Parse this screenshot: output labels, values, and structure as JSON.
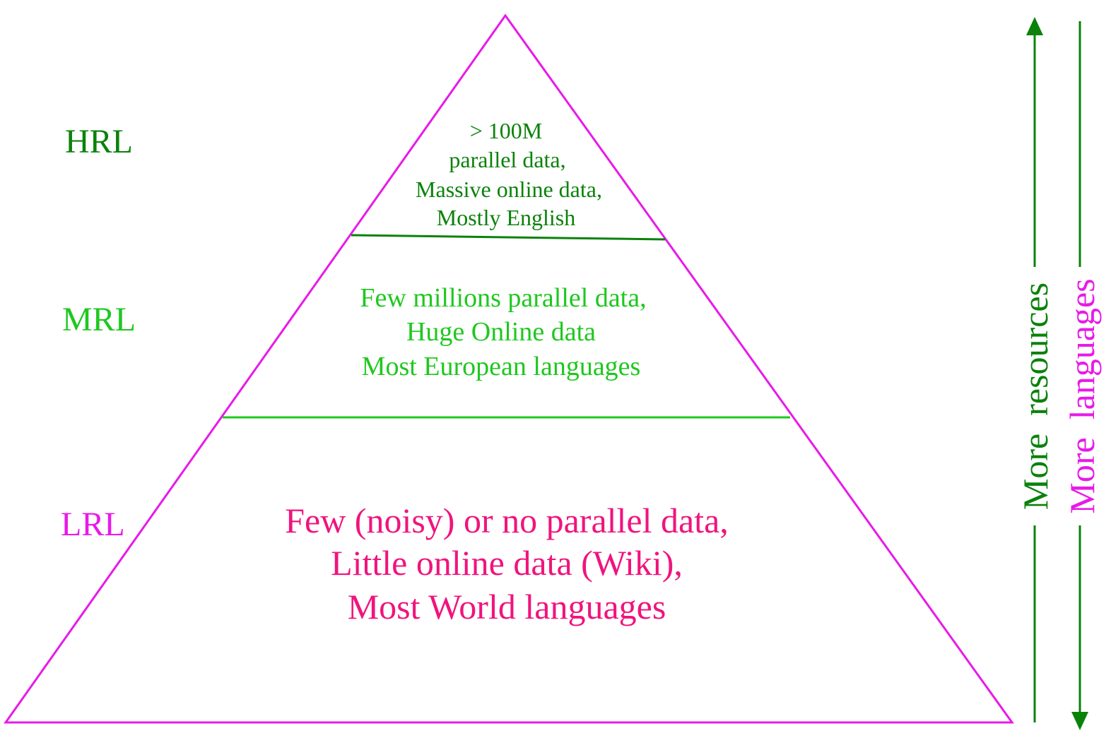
{
  "colors": {
    "pyramid_outline": "#e81ae8",
    "hrl": "#0a820a",
    "mrl": "#1ec81e",
    "lrl_label": "#e81ae8",
    "lrl_text": "#f0147d",
    "resources_arrow": "#0a820a",
    "languages_arrow": "#0a820a",
    "resources_text": "#0a820a",
    "languages_text": "#e81ae8"
  },
  "tiers": {
    "hrl": {
      "label": "HRL",
      "lines": [
        "> 100M",
        "parallel data,",
        "Massive online data,",
        "Mostly English"
      ]
    },
    "mrl": {
      "label": "MRL",
      "lines": [
        "Few millions parallel data,",
        "Huge Online data",
        "Most European languages"
      ]
    },
    "lrl": {
      "label": "LRL",
      "lines": [
        "Few (noisy) or no parallel data,",
        "Little online data (Wiki),",
        "Most World languages"
      ]
    }
  },
  "side": {
    "resources": {
      "label": "More  resources",
      "icon": "arrow-up-icon"
    },
    "languages": {
      "label": "More  languages",
      "icon": "arrow-down-icon"
    }
  }
}
